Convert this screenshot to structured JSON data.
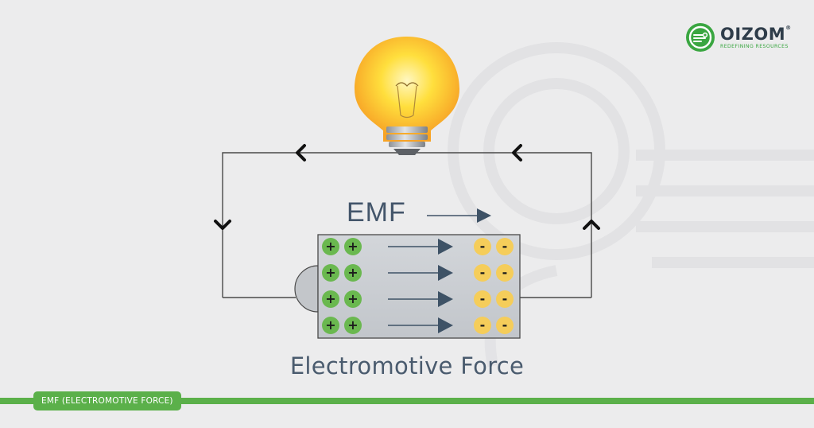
{
  "logo": {
    "name": "OIZOM",
    "registered": "®",
    "tagline": "REDEFINING RESOURCES"
  },
  "diagram": {
    "emf_label": "EMF",
    "title": "Electromotive Force",
    "positive_symbol": "+",
    "negative_symbol": "-",
    "charge_rows": 4,
    "charges_per_side": 2
  },
  "footer": {
    "tag": "EMF (ELECTROMOTIVE FORCE)"
  },
  "colors": {
    "background": "#ececed",
    "wire": "#4a4a4a",
    "arrow": "#3e5266",
    "battery_body": "#c9ccd0",
    "positive": "#6ab84f",
    "negative": "#f5cd5a",
    "bulb_glow": "#ffd42a",
    "brand_green": "#5bb04a"
  }
}
